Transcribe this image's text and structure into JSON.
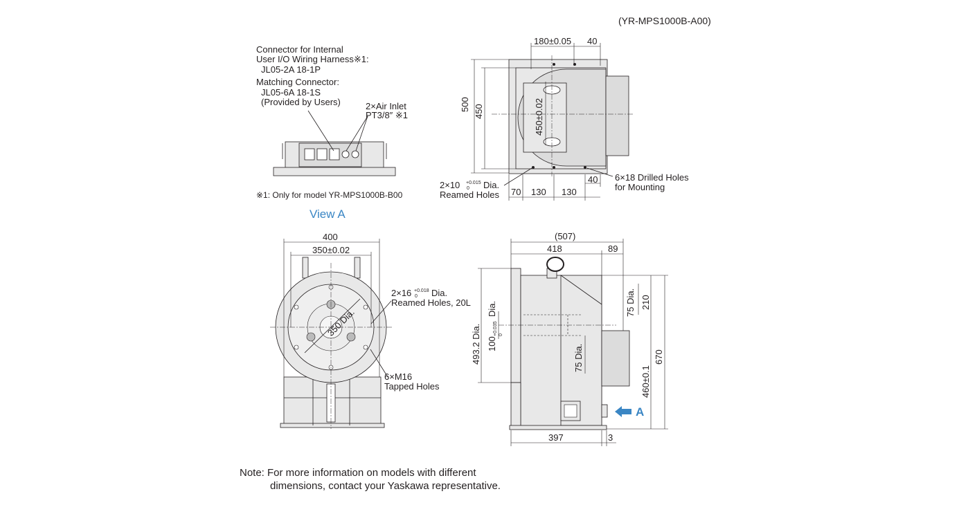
{
  "model_title": "(YR-MPS1000B-A00)",
  "view_a": {
    "label": "View A",
    "connector_lines": [
      "Connector for Internal",
      "User I/O Wiring Harness※1:",
      "JL05-2A 18-1P",
      "Matching Connector:",
      "JL05-6A 18-1S",
      "(Provided by Users)"
    ],
    "air_inlet_lines": [
      "2×Air Inlet",
      "PT3/8″ ※1"
    ],
    "footnote": "※1: Only for model YR-MPS1000B-B00"
  },
  "top_view": {
    "dims": {
      "d180": "180±0.05",
      "d40_top": "40",
      "d500": "500",
      "d450": "450",
      "d450_02": "450±0.02",
      "d70": "70",
      "d130a": "130",
      "d130b": "130",
      "d40_bottom": "40"
    },
    "reamed_lines": [
      "2×10",
      "Dia.",
      "Reamed Holes"
    ],
    "reamed_tol": [
      "+0.015",
      "0"
    ],
    "drilled_lines": [
      "6×18 Drilled Holes",
      "for Mounting"
    ]
  },
  "front_view": {
    "dims": {
      "d400": "400",
      "d350": "350±0.02",
      "d350dia": "350 Dia."
    },
    "reamed_lines": [
      "2×16",
      "Dia.",
      "Reamed Holes, 20L"
    ],
    "reamed_tol": [
      "+0.018",
      "0"
    ],
    "tapped_lines": [
      "6×M16",
      "Tapped Holes"
    ]
  },
  "side_view": {
    "dims": {
      "d507": "(507)",
      "d418": "418",
      "d89": "89",
      "d493": "493.2 Dia.",
      "d100": "100",
      "d100_tol": [
        "+0.035",
        "0"
      ],
      "d100_dia": "Dia.",
      "d75a": "75 Dia.",
      "d75b": "75 Dia.",
      "d210": "210",
      "d670": "670",
      "d460": "460±0.1",
      "d397": "397",
      "d3": "3"
    },
    "arrow_label": "A"
  },
  "note_lines": [
    "Note: For more information on models with different",
    "dimensions, contact your Yaskawa representative."
  ],
  "colors": {
    "accent": "#3a86c4",
    "body": "#e8e8e8",
    "line": "#231f20"
  }
}
